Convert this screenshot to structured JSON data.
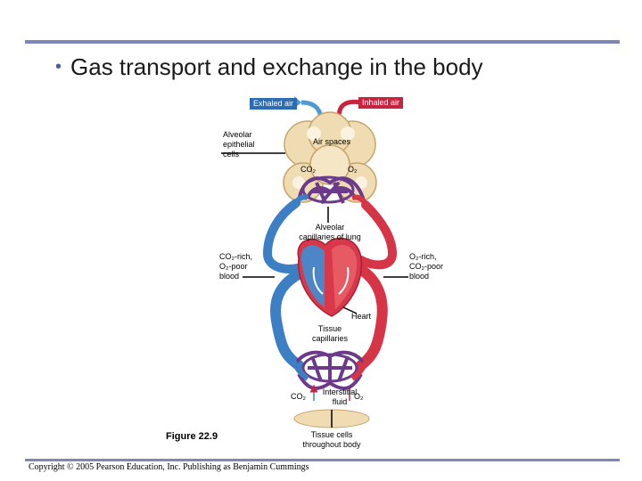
{
  "slide": {
    "title": "Gas transport and exchange in the body",
    "bullet": "•"
  },
  "diagram": {
    "exhaled_air": "Exhaled air",
    "inhaled_air": "Inhaled air",
    "alveolar_epithelial_cells": [
      "Alveolar",
      "epithelial",
      "cells"
    ],
    "air_spaces": "Air spaces",
    "co2_lung": "CO₂",
    "o2_lung": "O₂",
    "alveolar_capillaries": [
      "Alveolar",
      "capillaries of lung"
    ],
    "co2_rich_blood": [
      "CO₂-rich,",
      "O₂-poor",
      "blood"
    ],
    "o2_rich_blood": [
      "O₂-rich,",
      "CO₂-poor",
      "blood"
    ],
    "heart": "Heart",
    "tissue_capillaries": [
      "Tissue",
      "capillaries"
    ],
    "co2_tissue": "CO₂",
    "interstitial_fluid": [
      "Interstitial",
      "fluid"
    ],
    "o2_tissue": "O₂",
    "tissue_cells": [
      "Tissue cells",
      "throughout body"
    ]
  },
  "figure_label": "Figure 22.9",
  "copyright": "Copyright © 2005 Pearson Education, Inc. Publishing as Benjamin Cummings",
  "colors": {
    "oxygenated": "#d63447",
    "deoxygenated": "#3d7fc4",
    "capillary": "#6b3a8a",
    "alveoli": "#efdcb2",
    "accent_rule": "#7f86b8"
  }
}
